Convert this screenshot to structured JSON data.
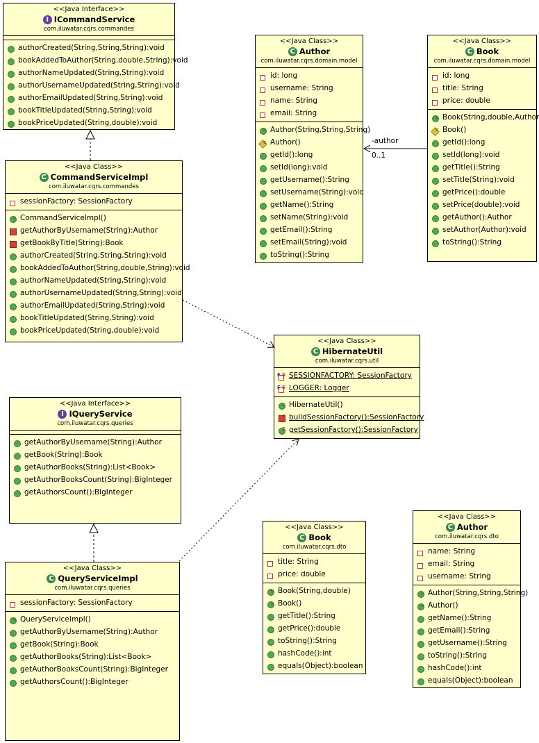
{
  "classes": {
    "icommand": {
      "stereotype": "<<Java Interface>>",
      "name": "ICommandService",
      "package": "com.iluwatar.cqrs.commandes",
      "methods": [
        "authorCreated(String,String,String):void",
        "bookAddedToAuthor(String,double,String):void",
        "authorNameUpdated(String,String):void",
        "authorUsernameUpdated(String,String):void",
        "authorEmailUpdated(String,String):void",
        "bookTitleUpdated(String,String):void",
        "bookPriceUpdated(String,double):void"
      ]
    },
    "author_model": {
      "stereotype": "<<Java Class>>",
      "name": "Author",
      "package": "com.iluwatar.cqrs.domain.model",
      "fields": [
        "id: long",
        "username: String",
        "name: String",
        "email: String"
      ],
      "methods": [
        "Author(String,String,String)",
        "Author()",
        "getId():long",
        "setId(long):void",
        "getUsername():String",
        "setUsername(String):void",
        "getName():String",
        "setName(String):void",
        "getEmail():String",
        "setEmail(String):void",
        "toString():String"
      ]
    },
    "book_model": {
      "stereotype": "<<Java Class>>",
      "name": "Book",
      "package": "com.iluwatar.cqrs.domain.model",
      "fields": [
        "id: long",
        "title: String",
        "price: double"
      ],
      "methods": [
        "Book(String,double,Author)",
        "Book()",
        "getId():long",
        "setId(long):void",
        "getTitle():String",
        "setTitle(String):void",
        "getPrice():double",
        "setPrice(double):void",
        "getAuthor():Author",
        "setAuthor(Author):void",
        "toString():String"
      ]
    },
    "command_impl": {
      "stereotype": "<<Java Class>>",
      "name": "CommandServiceImpl",
      "package": "com.iluwatar.cqrs.commandes",
      "fields": [
        "sessionFactory: SessionFactory"
      ],
      "methods": [
        "CommandServiceImpl()",
        "getAuthorByUsername(String):Author",
        "getBookByTitle(String):Book",
        "authorCreated(String,String,String):void",
        "bookAddedToAuthor(String,double,String):void",
        "authorNameUpdated(String,String):void",
        "authorUsernameUpdated(String,String):void",
        "authorEmailUpdated(String,String):void",
        "bookTitleUpdated(String,String):void",
        "bookPriceUpdated(String,double):void"
      ]
    },
    "hibernate": {
      "stereotype": "<<Java Class>>",
      "name": "HibernateUtil",
      "package": "com.iluwatar.cqrs.util",
      "fields": [
        "SESSIONFACTORY: SessionFactory",
        "LOGGER: Logger"
      ],
      "methods": [
        "HibernateUtil()",
        "buildSessionFactory():SessionFactory",
        "getSessionFactory():SessionFactory"
      ]
    },
    "iquery": {
      "stereotype": "<<Java Interface>>",
      "name": "IQueryService",
      "package": "com.iluwatar.cqrs.queries",
      "methods": [
        "getAuthorByUsername(String):Author",
        "getBook(String):Book",
        "getAuthorBooks(String):List<Book>",
        "getAuthorBooksCount(String):BigInteger",
        "getAuthorsCount():BigInteger"
      ]
    },
    "query_impl": {
      "stereotype": "<<Java Class>>",
      "name": "QueryServiceImpl",
      "package": "com.iluwatar.cqrs.queries",
      "fields": [
        "sessionFactory: SessionFactory"
      ],
      "methods": [
        "QueryServiceImpl()",
        "getAuthorByUsername(String):Author",
        "getBook(String):Book",
        "getAuthorBooks(String):List<Book>",
        "getAuthorBooksCount(String):BigInteger",
        "getAuthorsCount():BigInteger"
      ]
    },
    "book_dto": {
      "stereotype": "<<Java Class>>",
      "name": "Book",
      "package": "com.iluwatar.cqrs.dto",
      "fields": [
        "title: String",
        "price: double"
      ],
      "methods": [
        "Book(String,double)",
        "Book()",
        "getTitle():String",
        "getPrice():double",
        "toString():String",
        "hashCode():int",
        "equals(Object):boolean"
      ]
    },
    "author_dto": {
      "stereotype": "<<Java Class>>",
      "name": "Author",
      "package": "com.iluwatar.cqrs.dto",
      "fields": [
        "name: String",
        "email: String",
        "username: String"
      ],
      "methods": [
        "Author(String,String,String)",
        "Author()",
        "getName():String",
        "getEmail():String",
        "getUsername():String",
        "toString():String",
        "hashCode():int",
        "equals(Object):boolean"
      ]
    }
  },
  "association": {
    "role": "-author",
    "multiplicity": "0..1"
  },
  "icons": {
    "class": "class-c-icon",
    "interface": "interface-i-icon",
    "public": "green-circle-icon",
    "private_field": "red-square-outline-icon",
    "private_method": "red-square-icon",
    "package": "yellow-diamond-icon"
  },
  "colors": {
    "box_fill": "#ffffcc",
    "border": "#000000",
    "public": "#55a655",
    "private": "#d04040",
    "interface_badge": "#6a3aa8",
    "class_badge": "#3a8a4a"
  }
}
